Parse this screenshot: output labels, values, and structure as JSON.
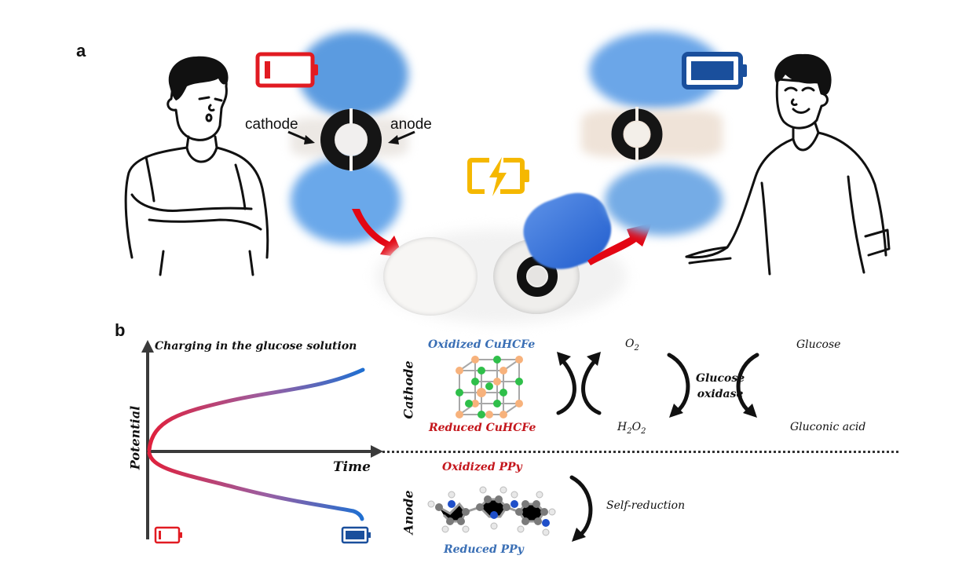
{
  "panels": {
    "a": {
      "label": "a",
      "electrode_labels": {
        "cathode": "cathode",
        "anode": "anode"
      },
      "icons": {
        "low_battery": {
          "name": "battery-low-icon",
          "color": "#e11b22"
        },
        "charging_battery": {
          "name": "battery-charging-icon",
          "color": "#f5b800"
        },
        "full_battery": {
          "name": "battery-full-icon",
          "color": "#1a4f9c"
        }
      },
      "arrows_color": "#e30613",
      "glove_color": "#6fa8e6",
      "case_cap_color": "#2d6fd6"
    },
    "b": {
      "label": "b",
      "plot": {
        "title": "Charging in the glucose solution",
        "ylabel": "Potential",
        "xlabel": "Time",
        "gradient_start": "#e0203c",
        "gradient_end": "#1f6fd1"
      },
      "cathode": {
        "side_label": "Cathode",
        "oxidized": "Oxidized CuHCFe",
        "reduced": "Reduced CuHCFe",
        "oxidized_color": "#3a6fb5",
        "reduced_color": "#c4161c",
        "species_top": "O",
        "species_top_sub": "2",
        "species_bottom_h": "H",
        "species_bottom_h_sub": "2",
        "species_bottom_o": "O",
        "species_bottom_o_sub": "2",
        "enzyme_line1": "Glucose",
        "enzyme_line2": "oxidase",
        "substrate": "Glucose",
        "product": "Gluconic acid"
      },
      "anode": {
        "side_label": "Anode",
        "oxidized": "Oxidized PPy",
        "reduced": "Reduced PPy",
        "oxidized_color": "#c4161c",
        "reduced_color": "#3a6fb5",
        "process": "Self-reduction"
      }
    }
  }
}
